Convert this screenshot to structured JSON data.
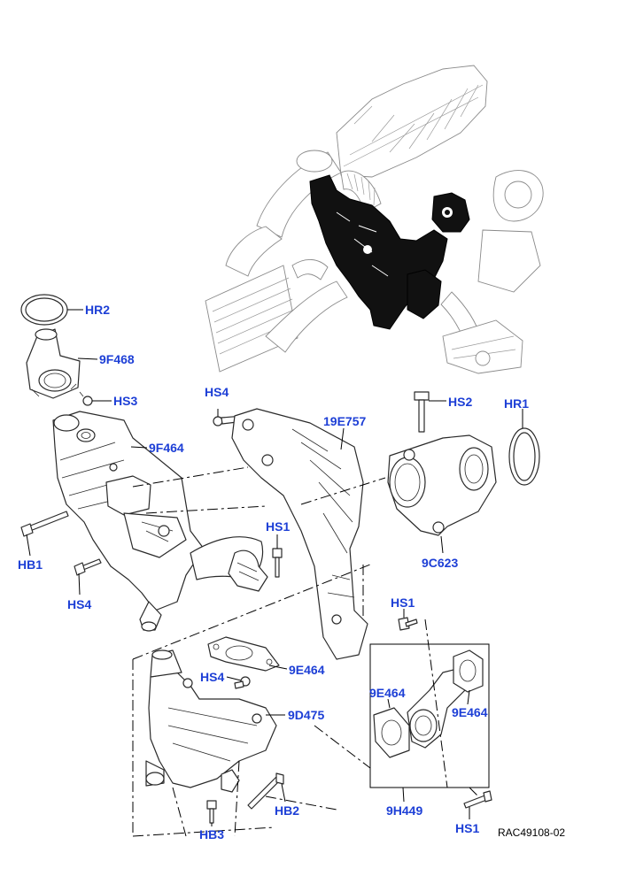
{
  "callouts": {
    "HR2": "HR2",
    "9F468": "9F468",
    "HS3": "HS3",
    "9F464_top": "9F464",
    "HB1": "HB1",
    "HS4_left": "HS4",
    "HS4_upper": "HS4",
    "19E757": "19E757",
    "HS1_mid": "HS1",
    "HS2": "HS2",
    "HR1": "HR1",
    "9C623": "9C623",
    "9E464_gasket": "9E464",
    "HS4_lower": "HS4",
    "9D475": "9D475",
    "HB2": "HB2",
    "HB3": "HB3",
    "HS1_right": "HS1",
    "9E464_left": "9E464",
    "9E464_right": "9E464",
    "9H449": "9H449",
    "HS1_bottom": "HS1"
  },
  "reference_code": "RAC49108-02",
  "colors": {
    "callout": "#1d3fd6",
    "highlight": "#111111",
    "line": "#2a2a2a"
  }
}
